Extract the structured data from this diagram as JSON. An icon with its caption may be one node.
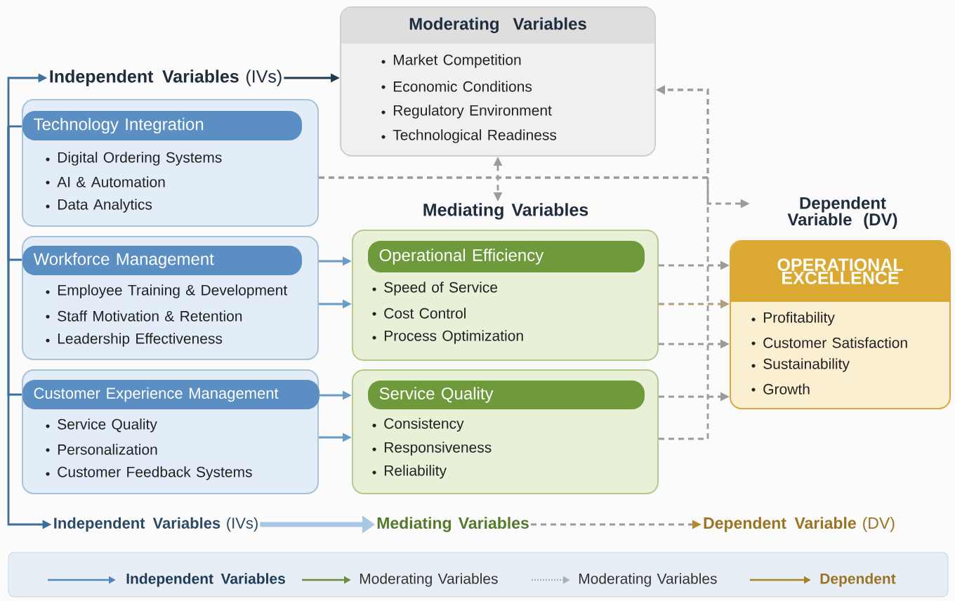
{
  "diagram": {
    "nodes": [
      {
        "text": [
          "Moderating Variables",
          "Market Competition",
          "Economic Conditions",
          "Regulatory Environment",
          "Technological Readiness"
        ]
      },
      {
        "text": [
          "**Independent Variables** (IVs)"
        ]
      },
      {
        "text": [
          "Technology Integration",
          "Digital Ordering Systems",
          "AI & Automation",
          "Data Analytics"
        ]
      },
      {
        "text": [
          "Workforce Management",
          "Employee Training & Development",
          "Staff Motivation & Retention",
          "Leadership Effectiveness"
        ]
      },
      {
        "text": [
          "Customer Experience Management",
          "Service Quality",
          "Personalization",
          "Customer Feedback Systems"
        ]
      },
      {
        "text": [
          "Mediating Variables"
        ]
      },
      {
        "text": [
          "Operational Efficiency",
          "Speed of Service",
          "Cost Control",
          "Process Optimization"
        ]
      },
      {
        "text": [
          "Service Quality",
          "Consistency",
          "Responsiveness",
          "Reliability"
        ]
      },
      {
        "text": [
          "Dependent Variable (DV)"
        ]
      },
      {
        "text": [
          "OPERATIONAL EXCELLENCE",
          "Profitability",
          "Customer Satisfaction",
          "Sustainability",
          "Growth"
        ]
      },
      {
        "text": [
          "**Independent Variables** (IVs)"
        ]
      },
      {
        "text": [
          "Mediating Variables"
        ]
      },
      {
        "text": [
          "**Dependent Variable** (DV)"
        ]
      }
    ],
    "edges": [
      {
        "from": null,
        "to": 1,
        "arrow": "to",
        "color": "#3d6f9a"
      },
      {
        "from": null,
        "to": 2,
        "arrow": "none",
        "color": "#3d6f9a"
      },
      {
        "from": null,
        "to": 3,
        "arrow": "none",
        "color": "#3d6f9a"
      },
      {
        "from": null,
        "to": 4,
        "arrow": "none",
        "color": "#3d6f9a"
      },
      {
        "from": null,
        "to": 10,
        "arrow": "to",
        "color": "#3d6f9a"
      },
      {
        "from": 1,
        "to": 0,
        "arrow": "to",
        "color": "#1f3b57"
      },
      {
        "from": 0,
        "to": 5,
        "arrow": "both",
        "style": "dashed"
      },
      {
        "from": 2,
        "to": 0,
        "arrow": "to",
        "style": "dashed"
      },
      {
        "from": 2,
        "to": 8,
        "arrow": "to",
        "style": "dashed"
      },
      {
        "from": 3,
        "to": 6,
        "arrow": "to",
        "color": "#6a9cc8"
      },
      {
        "from": 3,
        "to": 6,
        "arrow": "to",
        "color": "#6a9cc8"
      },
      {
        "from": 4,
        "to": 7,
        "arrow": "to",
        "color": "#6a9cc8"
      },
      {
        "from": 4,
        "to": 7,
        "arrow": "to",
        "color": "#6a9cc8"
      },
      {
        "from": 6,
        "to": 9,
        "arrow": "to",
        "style": "dashed"
      },
      {
        "from": 6,
        "to": 9,
        "arrow": "to",
        "style": "dashed",
        "color": "#b39e7c"
      },
      {
        "from": 6,
        "to": 9,
        "arrow": "to",
        "style": "dashed"
      },
      {
        "from": 7,
        "to": 9,
        "arrow": "to",
        "style": "dashed"
      },
      {
        "from": 7,
        "to": 0,
        "arrow": "to",
        "style": "dashed"
      },
      {
        "from": 10,
        "to": 11,
        "arrow": "to",
        "style": "thick",
        "color": "#a9c6e2"
      },
      {
        "from": 11,
        "to": 12,
        "arrow": "to",
        "style": "dashed"
      }
    ],
    "legend": [
      {
        "text": "Independent Variables"
      },
      {
        "text": "Moderating Variables"
      },
      {
        "text": "Moderating Variables"
      },
      {
        "text": "Dependent"
      }
    ]
  }
}
